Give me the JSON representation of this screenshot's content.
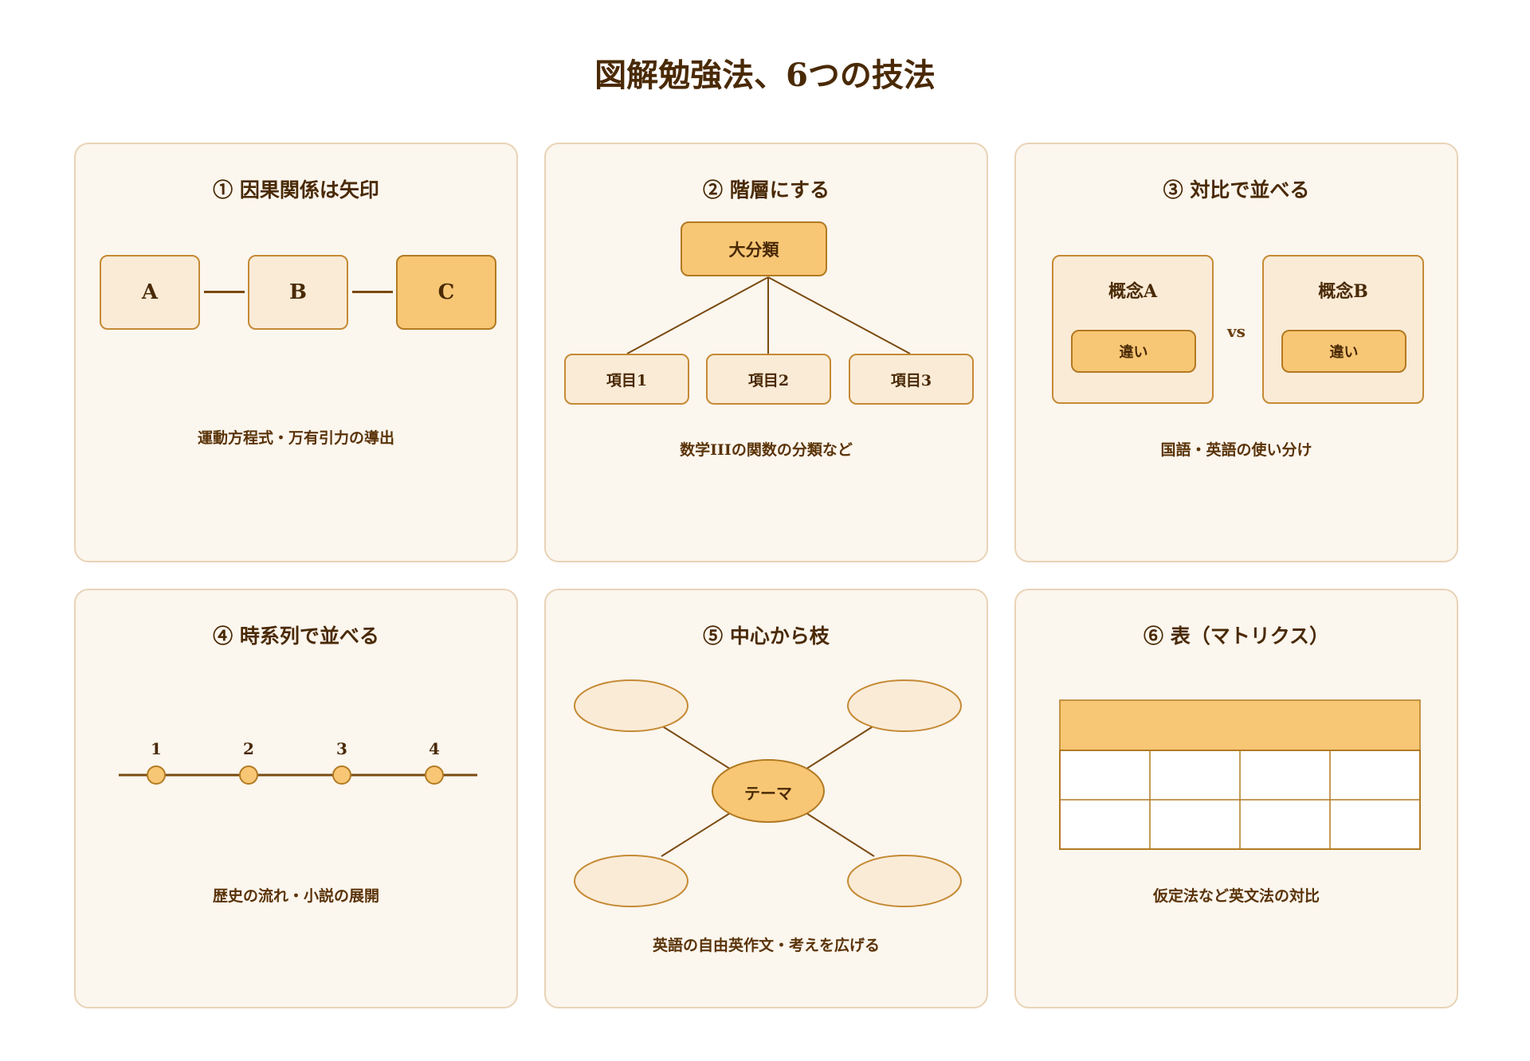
{
  "title": "図解勉強法、6つの技法",
  "cards": [
    {
      "title": "① 因果関係は矢印",
      "nodes": [
        "A",
        "B",
        "C"
      ],
      "caption": "運動方程式・万有引力の導出"
    },
    {
      "title": "② 階層にする",
      "root": "大分類",
      "children": [
        "項目1",
        "項目2",
        "項目3"
      ],
      "caption": "数学IIIの関数の分類など"
    },
    {
      "title": "③ 対比で並べる",
      "left": {
        "label": "概念A",
        "inner": "違い"
      },
      "vs": "vs",
      "right": {
        "label": "概念B",
        "inner": "違い"
      },
      "caption": "国語・英語の使い分け"
    },
    {
      "title": "④ 時系列で並べる",
      "points": [
        "1",
        "2",
        "3",
        "4"
      ],
      "caption": "歴史の流れ・小説の展開"
    },
    {
      "title": "⑤ 中心から枝",
      "center": "テーマ",
      "caption": "英語の自由英作文・考えを広げる"
    },
    {
      "title": "⑥ 表（マトリクス）",
      "caption": "仮定法など英文法の対比"
    }
  ],
  "colors": {
    "card_bg": "#fbf6ee",
    "card_border": "#e9d3b6",
    "box_light": "#faebd7",
    "box_accent": "#f8c775",
    "stroke": "#7a4a10",
    "text": "#4a2a06"
  }
}
